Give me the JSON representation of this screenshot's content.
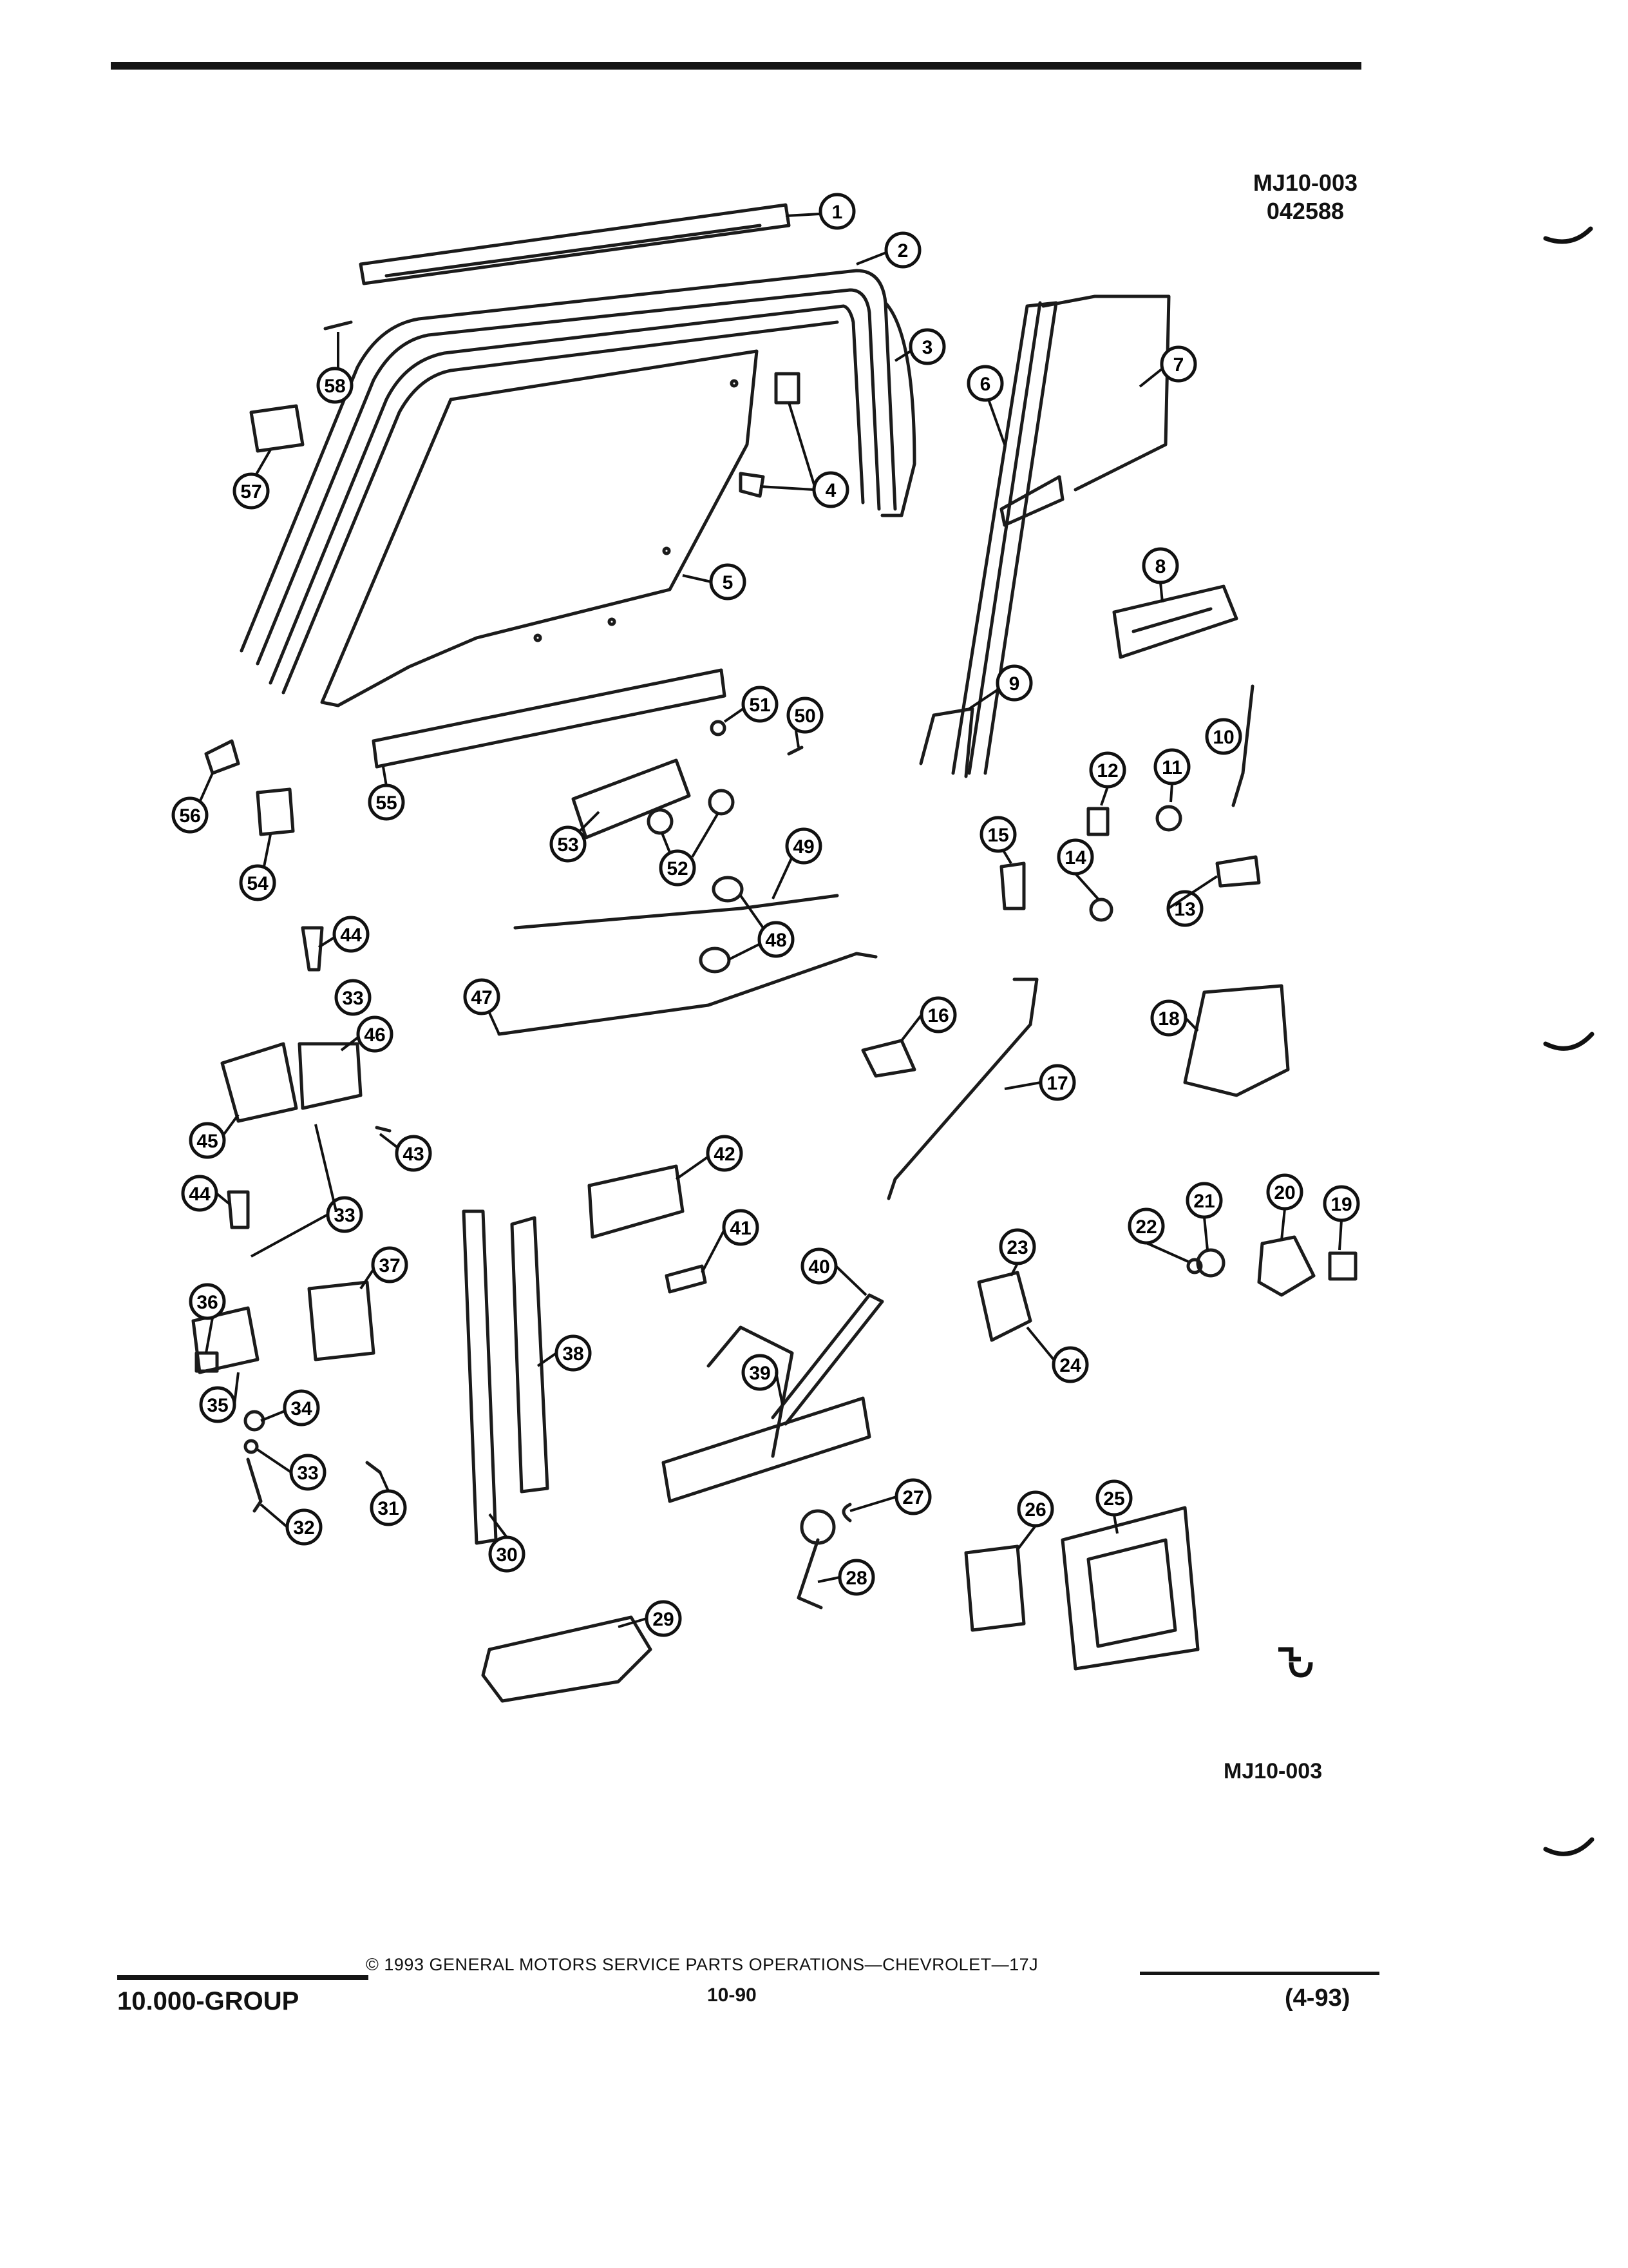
{
  "header": {
    "ref_code": "MJ10-003",
    "ref_date": "042588"
  },
  "diagram": {
    "ref_code_bottom": "MJ10-003",
    "callouts": [
      "1",
      "2",
      "3",
      "4",
      "5",
      "6",
      "7",
      "8",
      "9",
      "10",
      "11",
      "12",
      "13",
      "14",
      "15",
      "16",
      "17",
      "18",
      "19",
      "20",
      "21",
      "22",
      "23",
      "24",
      "25",
      "26",
      "27",
      "28",
      "29",
      "30",
      "31",
      "32",
      "33",
      "34",
      "35",
      "36",
      "37",
      "38",
      "39",
      "40",
      "41",
      "42",
      "43",
      "44",
      "45",
      "46",
      "47",
      "48",
      "49",
      "50",
      "51",
      "52",
      "53",
      "54",
      "55",
      "56",
      "57",
      "58"
    ],
    "icons": [
      "circled-number-callout",
      "leader-arrow",
      "exploded-part-drawing"
    ]
  },
  "footer": {
    "copyright": "© 1993 GENERAL MOTORS SERVICE PARTS OPERATIONS—CHEVROLET—17J",
    "group": "10.000-GROUP",
    "page": "10-90",
    "date": "(4-93)"
  }
}
